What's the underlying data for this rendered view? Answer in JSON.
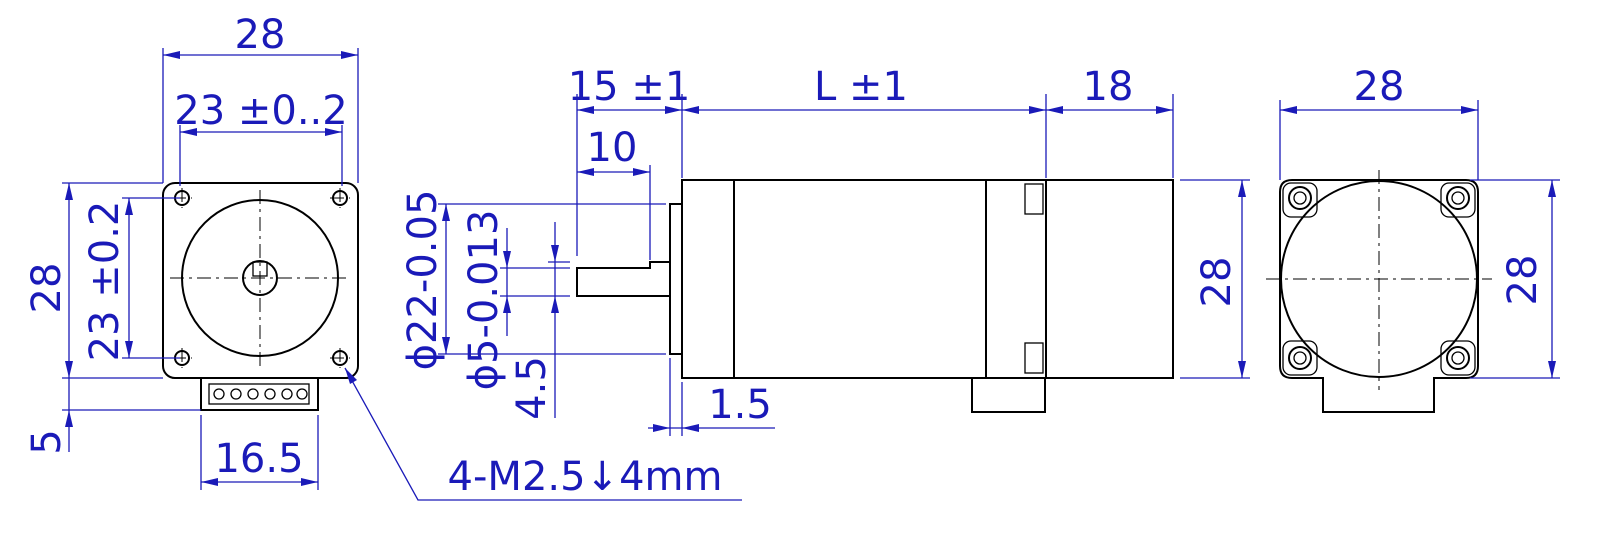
{
  "dimensions": {
    "front_width": "28",
    "front_hole_spacing_w": "23 ±0..2",
    "front_height": "28",
    "front_hole_spacing_h": "23 ±0.2",
    "connector_offset": "5",
    "connector_width": "16.5",
    "thread_callout": "4-M2.5↓4mm",
    "shaft_length": "15 ±1",
    "body_length": "L ±1",
    "encoder_length": "18",
    "flat_length": "10",
    "boss_diameter": "ϕ22-0.05",
    "shaft_diameter": "ϕ5-0.013",
    "flat_depth": "4.5",
    "boss_height": "1.5",
    "side_height": "28",
    "rear_width": "28",
    "rear_height": "28"
  },
  "colors": {
    "dimension": "#1a1ab8",
    "outline": "#000000"
  }
}
